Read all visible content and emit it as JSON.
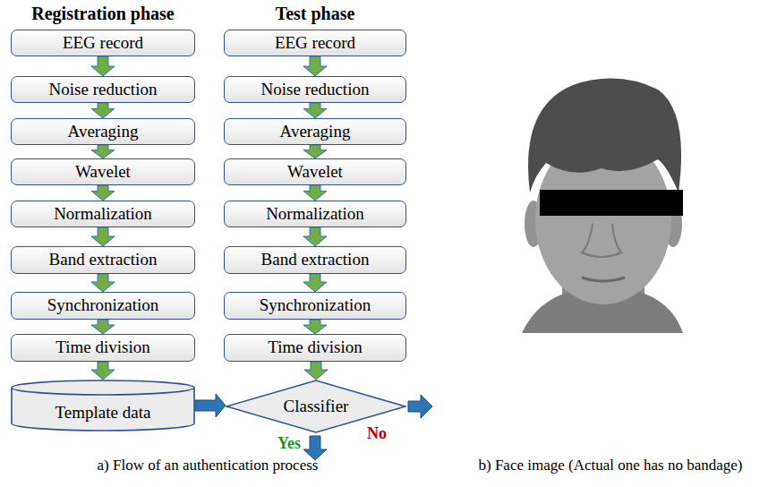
{
  "diagram": {
    "nodes": [
      {
        "text": [
          "EEG record"
        ]
      },
      {
        "text": [
          "Noise reduction"
        ]
      },
      {
        "text": [
          "Averaging"
        ]
      },
      {
        "text": [
          "Wavelet"
        ]
      },
      {
        "text": [
          "Normalization"
        ]
      },
      {
        "text": [
          "Band extraction"
        ]
      },
      {
        "text": [
          "Synchronization"
        ]
      },
      {
        "text": [
          "Time division"
        ]
      },
      {
        "text": [
          "Template data"
        ]
      },
      {
        "text": [
          "EEG record"
        ]
      },
      {
        "text": [
          "Noise reduction"
        ]
      },
      {
        "text": [
          "Averaging"
        ]
      },
      {
        "text": [
          "Wavelet"
        ]
      },
      {
        "text": [
          "Normalization"
        ]
      },
      {
        "text": [
          "Band extraction"
        ]
      },
      {
        "text": [
          "Synchronization"
        ]
      },
      {
        "text": [
          "Time division"
        ]
      },
      {
        "text": [
          "Classifier"
        ]
      }
    ],
    "edges": [
      {
        "from": 0,
        "to": 1,
        "arrow": "to"
      },
      {
        "from": 1,
        "to": 2,
        "arrow": "to"
      },
      {
        "from": 2,
        "to": 3,
        "arrow": "to"
      },
      {
        "from": 3,
        "to": 4,
        "arrow": "to"
      },
      {
        "from": 4,
        "to": 5,
        "arrow": "to"
      },
      {
        "from": 5,
        "to": 6,
        "arrow": "to"
      },
      {
        "from": 6,
        "to": 7,
        "arrow": "to"
      },
      {
        "from": 7,
        "to": 8,
        "arrow": "to"
      },
      {
        "from": 9,
        "to": 10,
        "arrow": "to"
      },
      {
        "from": 10,
        "to": 11,
        "arrow": "to"
      },
      {
        "from": 11,
        "to": 12,
        "arrow": "to"
      },
      {
        "from": 12,
        "to": 13,
        "arrow": "to"
      },
      {
        "from": 13,
        "to": 14,
        "arrow": "to"
      },
      {
        "from": 14,
        "to": 15,
        "arrow": "to"
      },
      {
        "from": 15,
        "to": 16,
        "arrow": "to"
      },
      {
        "from": 16,
        "to": 17,
        "arrow": "to"
      },
      {
        "from": 8,
        "to": 17,
        "arrow": "to"
      }
    ],
    "labels": [
      "Registration phase",
      "Test phase",
      "Yes",
      "No",
      "a) Flow of an authentication process",
      "b) Face image (Actual one has no bandage)"
    ]
  }
}
